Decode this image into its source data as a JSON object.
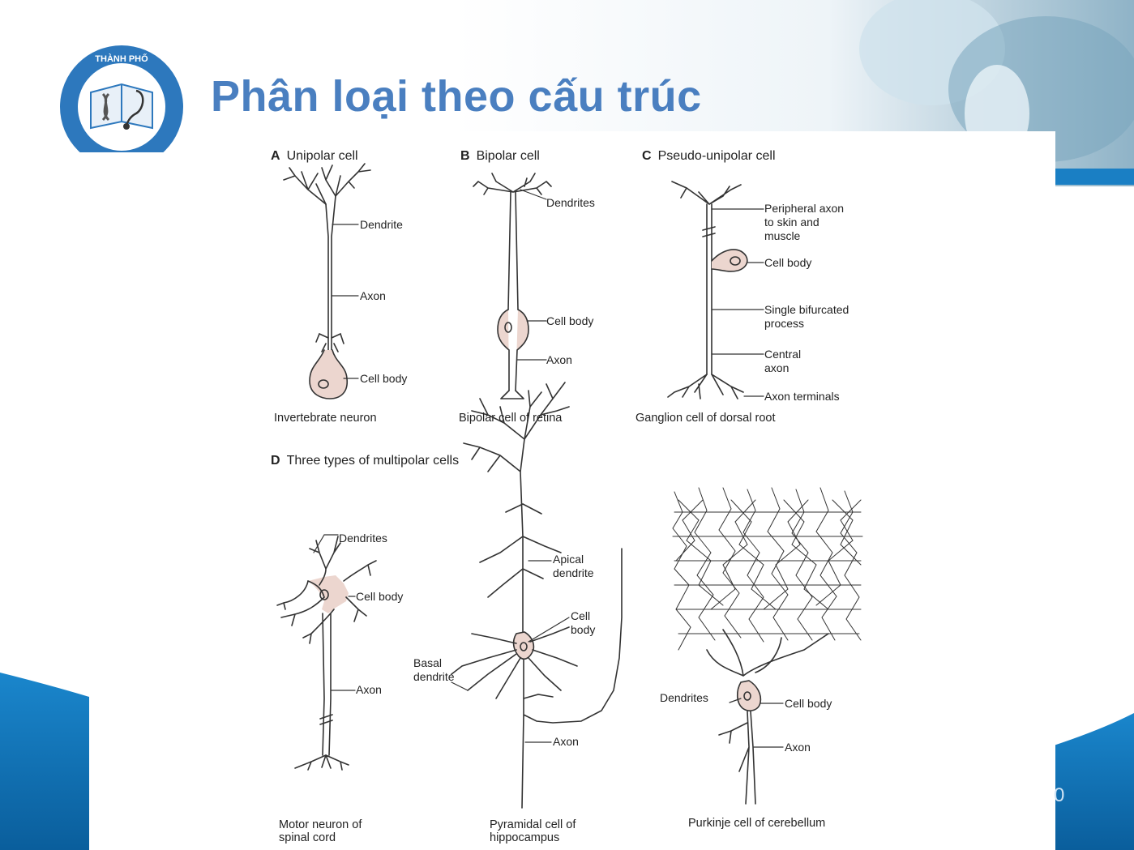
{
  "slide": {
    "title": "Phân loại theo cấu trúc",
    "page_number": "0",
    "colors": {
      "title": "#4a7fc0",
      "accent_blue": "#0a6cb5",
      "cell_fill": "#ecd6cf"
    },
    "logo": {
      "text": "ĐẠI HỌC Y DƯỢC THÀNH PHỐ HỒ CHÍ MINH",
      "icon": "book-dna-stethoscope-logo"
    }
  },
  "figure": {
    "panels": {
      "A": {
        "letter": "A",
        "title": "Unipolar cell",
        "labels": {
          "dendrite": "Dendrite",
          "axon": "Axon",
          "cell_body": "Cell body"
        },
        "caption": "Invertebrate neuron"
      },
      "B": {
        "letter": "B",
        "title": "Bipolar cell",
        "labels": {
          "dendrites": "Dendrites",
          "cell_body": "Cell body",
          "axon": "Axon"
        },
        "caption": "Bipolar cell of retina"
      },
      "C": {
        "letter": "C",
        "title": "Pseudo-unipolar cell",
        "labels": {
          "peripheral_axon": "Peripheral axon\nto skin and\nmuscle",
          "cell_body": "Cell body",
          "single_process": "Single bifurcated\nprocess",
          "central_axon": "Central\naxon",
          "axon_terminals": "Axon terminals"
        },
        "caption": "Ganglion cell of dorsal root"
      },
      "D": {
        "letter": "D",
        "title": "Three types of multipolar cells",
        "motor": {
          "labels": {
            "dendrites": "Dendrites",
            "cell_body": "Cell body",
            "axon": "Axon"
          },
          "caption": "Motor neuron of\nspinal cord"
        },
        "pyramidal": {
          "labels": {
            "apical": "Apical\ndendrite",
            "cell_body": "Cell\nbody",
            "basal": "Basal\ndendrite",
            "axon": "Axon"
          },
          "caption": "Pyramidal cell of\nhippocampus"
        },
        "purkinje": {
          "labels": {
            "dendrites": "Dendrites",
            "cell_body": "Cell body",
            "axon": "Axon"
          },
          "caption": "Purkinje cell of cerebellum"
        }
      }
    }
  }
}
